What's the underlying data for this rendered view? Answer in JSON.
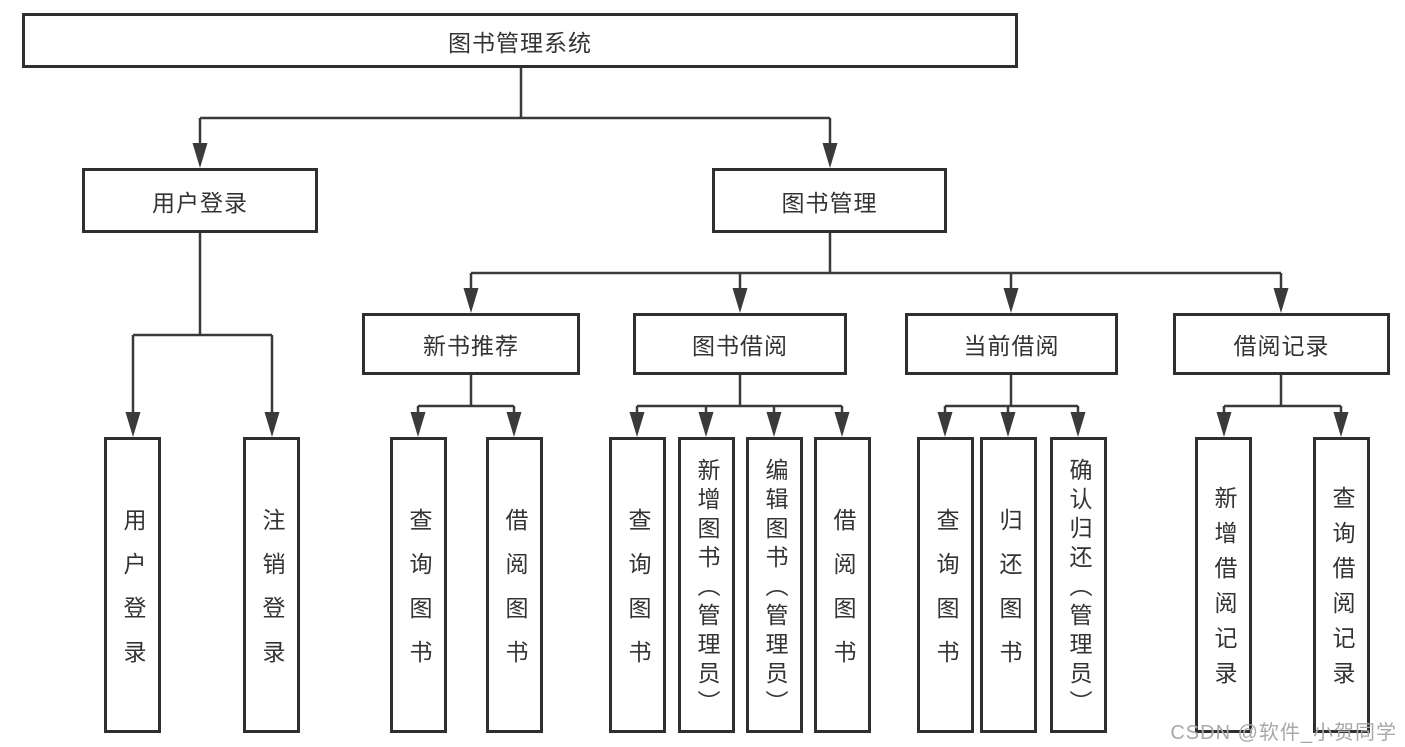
{
  "diagram": {
    "title": "图书管理系统",
    "level2": {
      "user_login": "用户登录",
      "book_management": "图书管理"
    },
    "level3": {
      "new_book": "新书推荐",
      "book_borrow": "图书借阅",
      "current_borrow": "当前借阅",
      "borrow_records": "借阅记录"
    },
    "leaves": {
      "user_login": [
        "用户登录",
        "注销登录"
      ],
      "new_book": [
        "查询图书",
        "借阅图书"
      ],
      "book_borrow": [
        "查询图书",
        "新增图书（管理员）",
        "编辑图书（管理员）",
        "借阅图书"
      ],
      "current_borrow": [
        "查询图书",
        "归还图书",
        "确认归还（管理员）"
      ],
      "borrow_records": [
        "新增借阅记录",
        "查询借阅记录"
      ]
    }
  },
  "watermark": "CSDN @软件_小贺同学",
  "colors": {
    "line": "#3a3a3a",
    "border": "#2f2f2f",
    "text": "#333333",
    "watermark_text": "#a9a9a9",
    "background": "#ffffff"
  }
}
